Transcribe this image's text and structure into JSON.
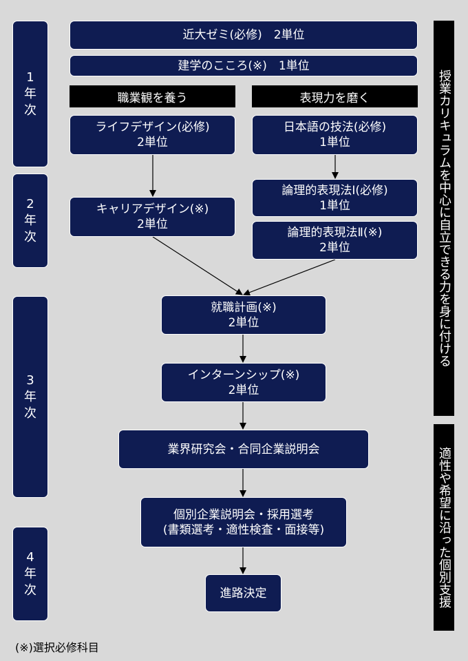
{
  "years": {
    "y1": [
      "1",
      "年",
      "次"
    ],
    "y2": [
      "2",
      "年",
      "次"
    ],
    "y3": [
      "3",
      "年",
      "次"
    ],
    "y4": [
      "4",
      "年",
      "次"
    ]
  },
  "courses": {
    "kindai_zemi": "近大ゼミ(必修)　2単位",
    "kengaku": "建学のこころ(※)　1単位",
    "life_design": [
      "ライフデザイン(必修)",
      "2単位"
    ],
    "nihongo": [
      "日本語の技法(必修)",
      "1単位"
    ],
    "career_design": [
      "キャリアデザイン(※)",
      "2単位"
    ],
    "ronri1": [
      "論理的表現法Ⅰ(必修)",
      "1単位"
    ],
    "ronri2": [
      "論理的表現法Ⅱ(※)",
      "2単位"
    ],
    "shushoku": [
      "就職計画(※)",
      "2単位"
    ],
    "internship": [
      "インターンシップ(※)",
      "2単位"
    ],
    "gyokai": "業界研究会・合同企業説明会",
    "kobetsu": [
      "個別企業説明会・採用選考",
      "(書類選考・適性検査・面接等)"
    ],
    "shinro": "進路決定"
  },
  "headers": {
    "shokugyo": "職業観を養う",
    "hyogen": "表現力を磨く"
  },
  "side": {
    "top": "授業カリキュラムを中心に自立できる力を身に付ける",
    "bottom": "適性や希望に沿った個別支援"
  },
  "footnote": "(※)選択必修科目",
  "colors": {
    "box": "#0f1c52",
    "background": "#d9d9d9",
    "label_bar": "#000000"
  }
}
